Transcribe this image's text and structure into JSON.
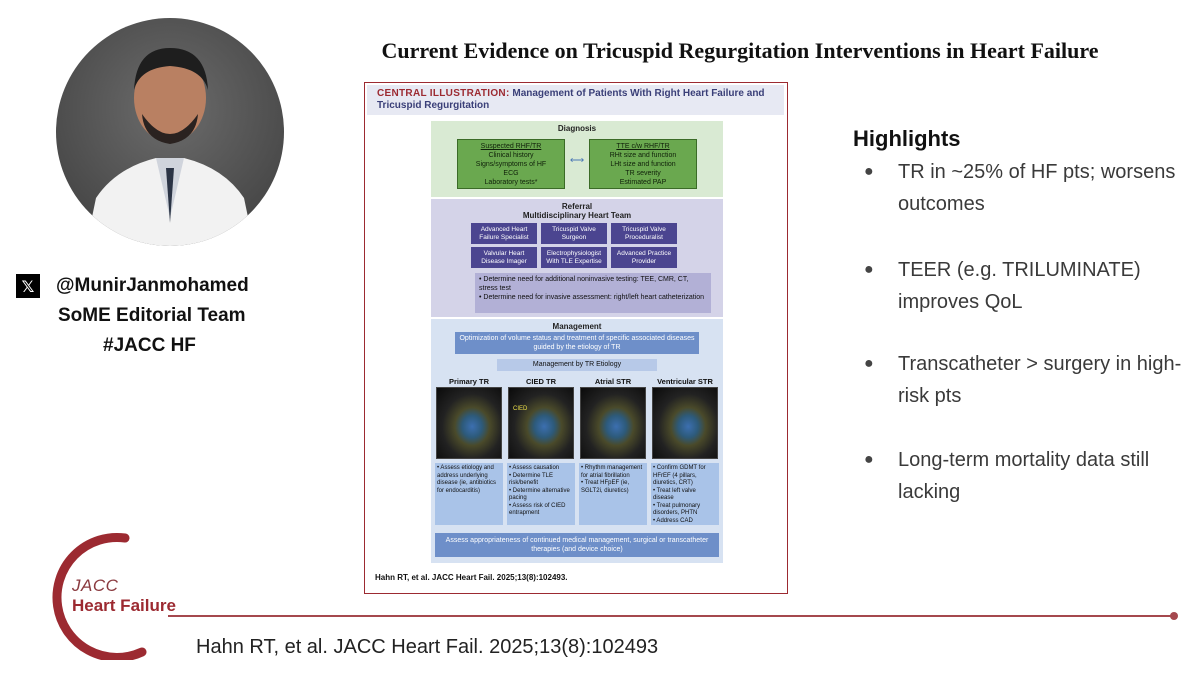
{
  "slide": {
    "title": "Current Evidence on Tricuspid Regurgitation Interventions in Heart Failure",
    "citation": "Hahn RT, et al. JACC Heart Fail. 2025;13(8):102493"
  },
  "author": {
    "icon": "x-logo-icon",
    "handle": "@MunirJanmohamed",
    "team": "SoME Editorial Team",
    "hashtag": "#JACC HF"
  },
  "logo": {
    "line1": "JACC",
    "line2": "Heart Failure",
    "color": "#9c2a31"
  },
  "figure": {
    "heading_prefix": "CENTRAL ILLUSTRATION:",
    "heading_rest": "Management of Patients With Right Heart Failure and Tricuspid Regurgitation",
    "diagnosis": {
      "title": "Diagnosis",
      "left_head": "Suspected RHF/TR",
      "left_lines": "Clinical history\nSigns/symptoms of HF\nECG\nLaboratory tests*",
      "right_head": "TTE c/w RHF/TR",
      "right_lines": "RHt size and function\nLHt size and function\nTR severity\nEstimated PAP"
    },
    "referral": {
      "title1": "Referral",
      "title2": "Multidisciplinary Heart Team",
      "boxes": [
        "Advanced Heart Failure Specialist",
        "Tricuspid Valve Surgeon",
        "Tricuspid Valve Proceduralist",
        "Valvular Heart Disease Imager",
        "Electrophysiologist With TLE Expertise",
        "Advanced Practice Provider"
      ],
      "note1": "• Determine need for additional noninvasive testing: TEE, CMR, CT, stress test",
      "note2": "• Determine need for invasive assessment: right/left heart catheterization"
    },
    "management": {
      "title": "Management",
      "optimization": "Optimization of volume status and treatment of specific associated diseases guided by the etiology of TR",
      "by_etiology": "Management by TR Etiology",
      "columns": [
        {
          "label": "Primary TR",
          "note": "• Assess etiology and address underlying disease (ie, antibiotics for endocarditis)"
        },
        {
          "label": "CIED TR",
          "image_label": "CIED",
          "note": "• Assess causation\n• Determine TLE risk/benefit\n• Determine alternative pacing\n• Assess risk of CIED entrapment"
        },
        {
          "label": "Atrial STR",
          "note": "• Rhythm management for atrial fibrillation\n• Treat HFpEF (ie, SGLT2i, diuretics)"
        },
        {
          "label": "Ventricular STR",
          "note": "• Confirm GDMT for HFrEF (4 pillars, diuretics, CRT)\n• Treat left valve disease\n• Treat pulmonary disorders, PHTN\n• Address CAD"
        }
      ],
      "assess": "Assess appropriateness of continued medical management, surgical or transcatheter therapies (and device choice)"
    },
    "citation": "Hahn RT, et al. JACC Heart Fail. 2025;13(8):102493."
  },
  "highlights": {
    "title": "Highlights",
    "items": [
      "TR in ~25% of HF pts; worsens outcomes",
      "TEER (e.g. TRILUMINATE) improves QoL",
      "Transcatheter > surgery in high-risk pts",
      "Long-term mortality data still lacking"
    ]
  }
}
